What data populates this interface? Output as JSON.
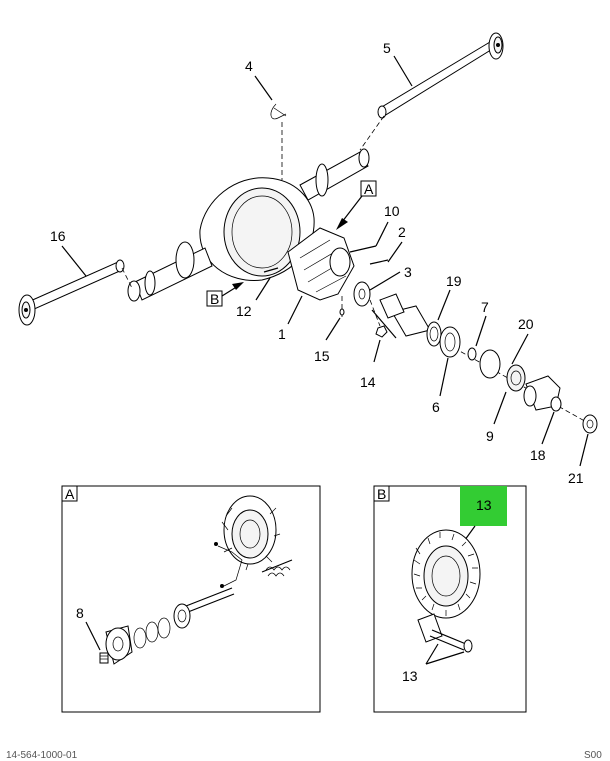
{
  "callouts": {
    "c1": "1",
    "c2": "2",
    "c3": "3",
    "c4": "4",
    "c5": "5",
    "c6": "6",
    "c7": "7",
    "c9": "9",
    "c10": "10",
    "c12": "12",
    "c14": "14",
    "c15": "15",
    "c16": "16",
    "c18": "18",
    "c19": "19",
    "c20": "20",
    "c21": "21"
  },
  "view_markers": {
    "a": "A",
    "b": "B"
  },
  "detail_a": {
    "label": "A",
    "callout_8": "8"
  },
  "detail_b": {
    "label": "B",
    "callout_13_top": "13",
    "callout_13_bottom": "13"
  },
  "highlight_color": "#33cc33",
  "footer": {
    "left": "14-564-1000-01",
    "right": "S00"
  }
}
